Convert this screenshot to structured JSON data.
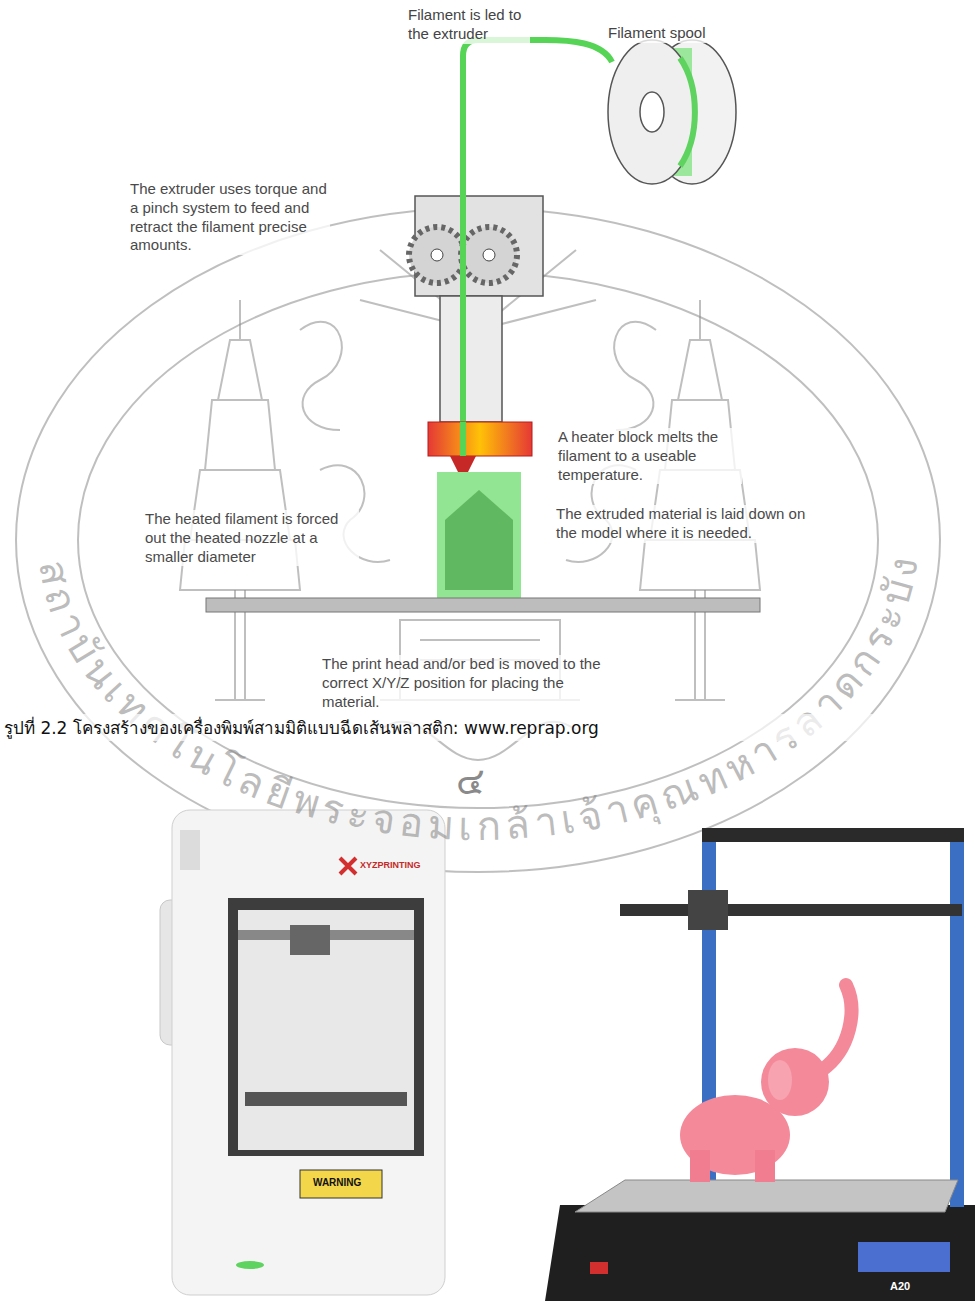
{
  "diagram": {
    "caption": "รูปที่ 2.2 โครงสร้างของเครื่องพิมพ์สามมิติแบบฉีดเส้นพลาสติก: www.reprap.org",
    "labels": [
      "Filament is led to the extruder",
      "Filament spool",
      "The extruder uses torque and a pinch system to feed and retract the filament precise amounts.",
      "A heater block melts the filament to a useable temperature.",
      "The heated filament is forced out the heated nozzle at a smaller diameter",
      "The extruded material is laid down on the model where it is needed.",
      "The print head and/or bed is moved to the correct X/Y/Z position for placing the material.",
      "สถาบันเทคโนโลยีพระจอมเกล้าเจ้าคุณทหารลาดกระบัง",
      "๔",
      "XYZPRINTING",
      "WARNING",
      "A20"
    ]
  }
}
